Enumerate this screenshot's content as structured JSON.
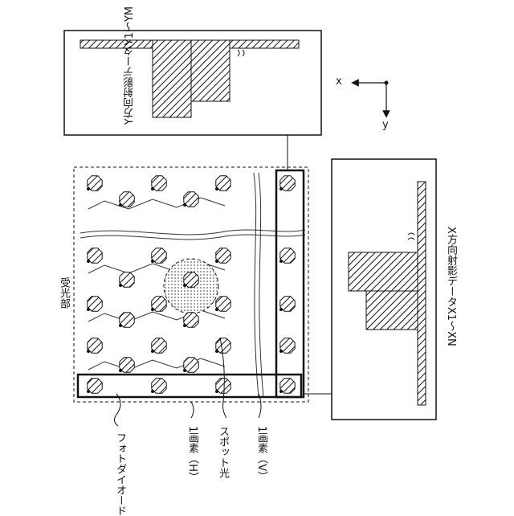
{
  "labels": {
    "y_projection": "Y方向射影データY1～YM",
    "x_projection": "X方向射影データX1～XN",
    "light_receiving": "受光部",
    "photodiode": "フォトダイオード",
    "pixel_h": "1画素（H）",
    "spot_light": "スポット光",
    "pixel_v": "1画素（V）"
  },
  "axes": {
    "x": "x",
    "y": "y"
  }
}
